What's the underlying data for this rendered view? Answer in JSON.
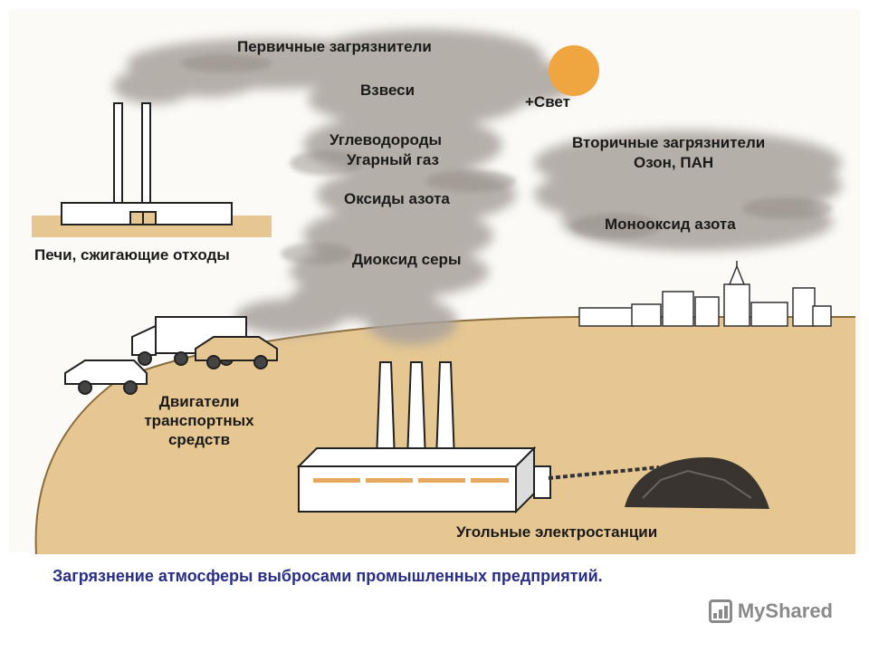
{
  "labels": {
    "primary_pollutants": "Первичные загрязнители",
    "suspended": "Взвеси",
    "light": "+Свет",
    "hydrocarbons": "Углеводороды",
    "carbon_monoxide": "Угарный газ",
    "nitrogen_oxides": "Оксиды азота",
    "sulfur_dioxide": "Диоксид серы",
    "secondary_pollutants": "Вторичные загрязнители",
    "ozone_pan": "Озон, ПАН",
    "nitrogen_monoxide": "Монооксид азота",
    "incinerators": "Печи, сжигающие отходы",
    "vehicle_engines": "Двигатели транспортных средств",
    "coal_power_plants": "Угольные электростанции"
  },
  "caption": "Загрязнение атмосферы выбросами промышленных предприятий.",
  "watermark": {
    "text": "MyShared",
    "icon": "myshared-logo-icon"
  },
  "colors": {
    "ground": "#e6c792",
    "smoke": "#a9a29c",
    "sun": "#f0a640",
    "caption": "#2a2f86"
  }
}
